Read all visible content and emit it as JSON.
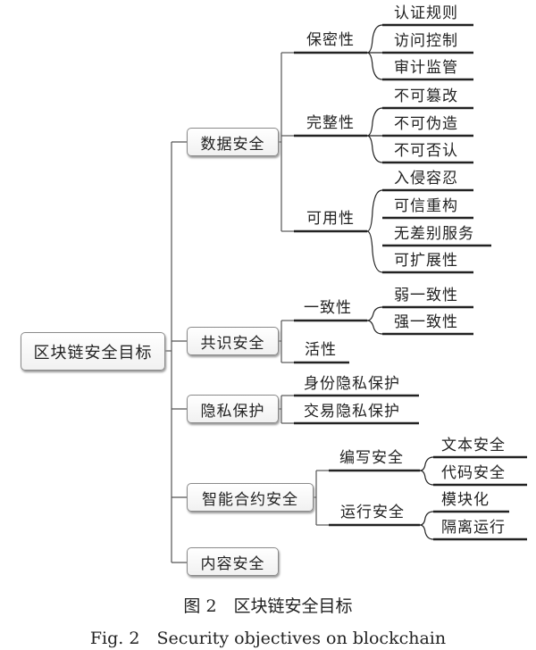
{
  "root": "区块链安全目标",
  "branches": {
    "data": {
      "label": "数据安全",
      "confidentiality": {
        "label": "保密性",
        "items": [
          "认证规则",
          "访问控制",
          "审计监管"
        ]
      },
      "integrity": {
        "label": "完整性",
        "items": [
          "不可篡改",
          "不可伪造",
          "不可否认"
        ]
      },
      "availability": {
        "label": "可用性",
        "items": [
          "入侵容忍",
          "可信重构",
          "无差别服务",
          "可扩展性"
        ]
      }
    },
    "consensus": {
      "label": "共识安全",
      "consistency": {
        "label": "一致性",
        "items": [
          "弱一致性",
          "强一致性"
        ]
      },
      "liveness": {
        "label": "活性"
      }
    },
    "privacy": {
      "label": "隐私保护",
      "items": [
        "身份隐私保护",
        "交易隐私保护"
      ]
    },
    "contract": {
      "label": "智能合约安全",
      "writing": {
        "label": "编写安全",
        "items": [
          "文本安全",
          "代码安全"
        ]
      },
      "running": {
        "label": "运行安全",
        "items": [
          "模块化",
          "隔离运行"
        ]
      }
    },
    "content": {
      "label": "内容安全"
    }
  },
  "caption_cn": "图 2　区块链安全目标",
  "caption_en": "Fig. 2　Security objectives on blockchain"
}
